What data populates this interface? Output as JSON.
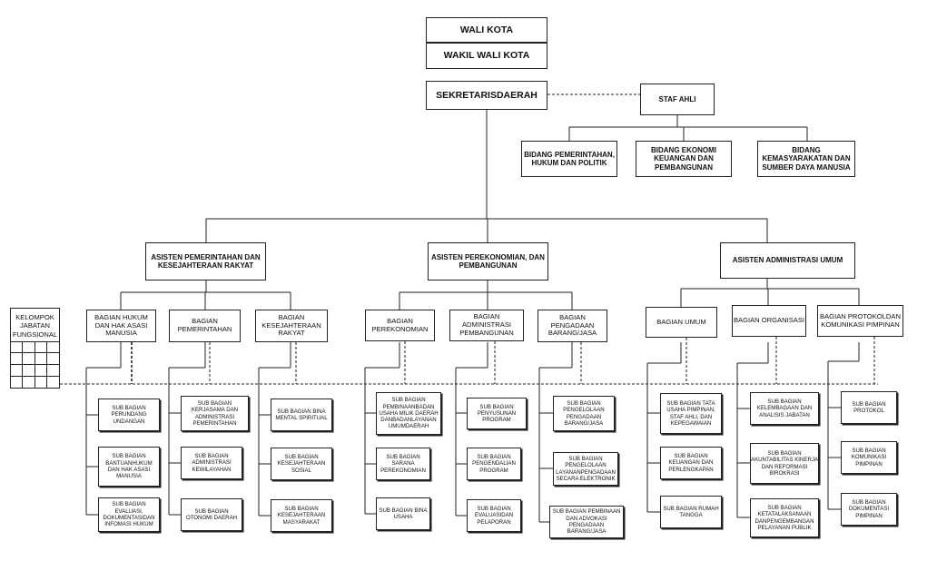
{
  "top": {
    "wali_kota": "WALI KOTA",
    "wakil_wali_kota": "WAKIL WALI KOTA",
    "sekretaris_daerah": "SEKRETARISDAERAH",
    "staf_ahli": "STAF AHLI"
  },
  "bidang": [
    "BIDANG PEMERINTAHAN, HUKUM DAN POLITIK",
    "BIDANG EKONOMI KEUANGAN DAN PEMBANGUNAN",
    "BIDANG KEMASYARAKATAN DAN SUMBER DAYA MANUSIA"
  ],
  "asisten": [
    "ASISTEN PEMERINTAHAN DAN KESEJAHTERAAN RAKYAT",
    "ASISTEN PEREKONOMIAN, DAN PEMBANGUNAN",
    "ASISTEN ADMINISTRASI UMUM"
  ],
  "kelompok_jabatan_fungsional": "KELOMPOK JABATAN FUNGSIONAL",
  "bagian": [
    "BAGIAN HUKUM DAN HAK ASASI MANUSIA",
    "BAGIAN PEMERINTAHAN",
    "BAGIAN KESEJAHTERAAN RAKYAT",
    "BAGIAN PEREKONOMIAN",
    "BAGIAN ADMINISTRASI PEMBANGUNAN",
    "BAGIAN PENGADAAN BARANG/JASA",
    "BAGIAN UMUM",
    "BAGIAN ORGANISASI",
    "BAGIAN PROTOKOLDAN KOMUNIKASI PIMPINAN"
  ],
  "sub_bagian": [
    [
      "SUB BAGIAN PERUNDANG UNDANGAN",
      "SUB BAGIAN BANTUANHUKUM DAN HAK ASASI MANUSIA",
      "SUB BAGIAN EVALUASI, DOKUMENTASIDAN INFOMASI HUKUM"
    ],
    [
      "SUB BAGIAN KERJASAMA DAN ADMINISTRASI PEMERINTAHAN",
      "SUB BAGIAN ADMINISTRASI KEWILAYAHAN",
      "SUB BAGIAN OTONOMI DAERAH"
    ],
    [
      "SUB BAGIAN BINA MENTAL SPIRITUAL",
      "SUB BAGIAN KESEJAHTERAAN SOSIAL",
      "SUB BAGIAN KESEJAHTERAAN MASYARAKAT"
    ],
    [
      "SUB BAGIAN PEMBINAANBADAN USAHA MILIK DAERAH DANBADANLAYANAN UMUMDAERAH",
      "SUB BAGIAN SARANA PEREKONOMIAN",
      "SUB BAGIAN BINA USAHA"
    ],
    [
      "SUB BAGIAN PENYUSUNAN PROGRAM",
      "SUB BAGIAN PENGENDALIAN PROGRAM",
      "SUB BAGIAN EVALUASIDAN PELAPORAN"
    ],
    [
      "SUB BAGIAN PENGELOLAAN PENGADAAN BARANG/JASA",
      "SUB BAGIAN PENGELOLAAN LAYANANPENGADAAN SECARA ELEKTRONIK",
      "SUB BAGIAN PEMBINAAN DAN ADVOKASI PENGADAAN BARANG/JASA"
    ],
    [
      "SUB BAGIAN TATA USAHA PIMPINAN, STAF AHLI, DAN KEPEGAWAIAN",
      "SUB BAGIAN KEUANGAN DAN PERLENGKAPAN",
      "SUB BAGIAN RUMAH TANGGA"
    ],
    [
      "SUB BAGIAN KELEMBAGAAN DAN ANALISIS JABATAN",
      "SUB BAGIAN AKUNTABILITAS KINERJA DAN REFORMASI BIROKRASI",
      "SUB BAGIAN KETATALAKSANAAN DANPENGEMBANGAN PELAYANAN PUBLIK"
    ],
    [
      "SUB BAGIAN PROTOKOL",
      "SUB BAGIAN KOMUNIKASI PIMPINAN",
      "SUB BAGIAN DOKUMENTASI PIMPINAN"
    ]
  ]
}
